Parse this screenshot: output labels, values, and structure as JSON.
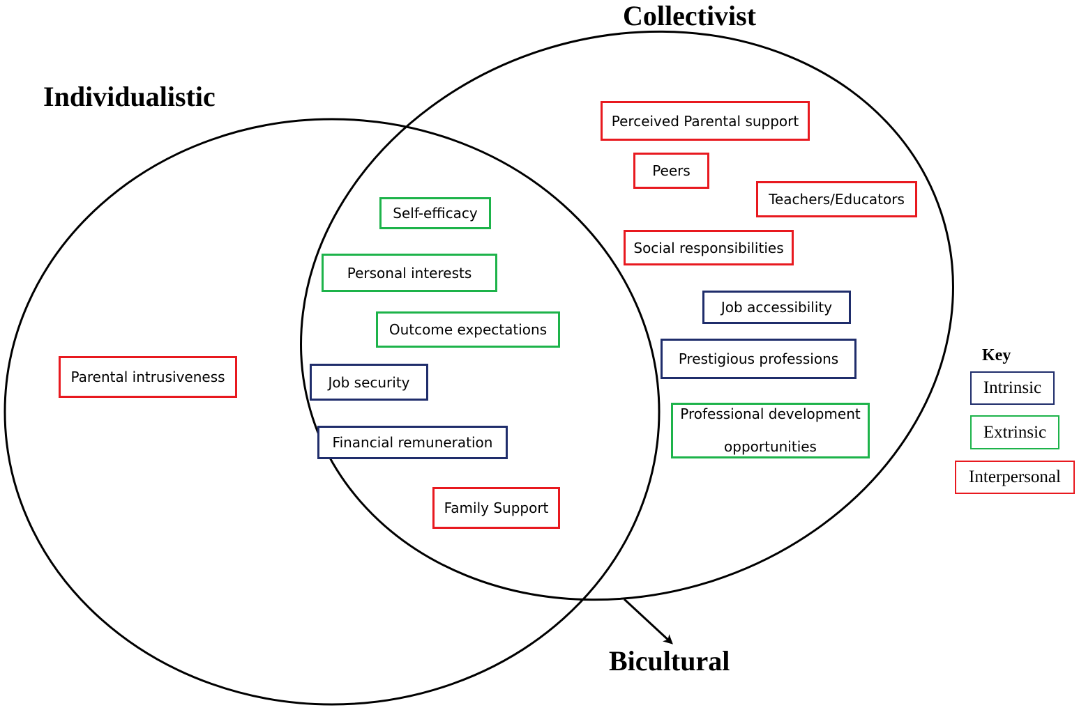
{
  "titles": {
    "individualistic": "Individualistic",
    "collectivist": "Collectivist",
    "bicultural": "Bicultural"
  },
  "colors": {
    "intrinsic": "#1f2d6b",
    "extrinsic": "#1db34a",
    "interpersonal": "#e8191f",
    "outline": "#000000"
  },
  "factors": {
    "perceived_parental_support": {
      "label": "Perceived Parental support",
      "category": "interpersonal"
    },
    "peers": {
      "label": "Peers",
      "category": "interpersonal"
    },
    "teachers_educators": {
      "label": "Teachers/Educators",
      "category": "interpersonal"
    },
    "social_responsibilities": {
      "label": "Social responsibilities",
      "category": "interpersonal"
    },
    "job_accessibility": {
      "label": "Job accessibility",
      "category": "intrinsic"
    },
    "prestigious_professions": {
      "label": "Prestigious professions",
      "category": "intrinsic"
    },
    "professional_development": {
      "label": "Professional development opportunities",
      "category": "extrinsic"
    },
    "self_efficacy": {
      "label": "Self-efficacy",
      "category": "extrinsic"
    },
    "personal_interests": {
      "label": "Personal interests",
      "category": "extrinsic"
    },
    "outcome_expectations": {
      "label": "Outcome expectations",
      "category": "extrinsic"
    },
    "job_security": {
      "label": "Job security",
      "category": "intrinsic"
    },
    "financial_remuneration": {
      "label": "Financial remuneration",
      "category": "intrinsic"
    },
    "family_support": {
      "label": "Family Support",
      "category": "interpersonal"
    },
    "parental_intrusiveness": {
      "label": "Parental intrusiveness",
      "category": "interpersonal"
    }
  },
  "key": {
    "title": "Key",
    "intrinsic": "Intrinsic",
    "extrinsic": "Extrinsic",
    "interpersonal": "Interpersonal"
  }
}
